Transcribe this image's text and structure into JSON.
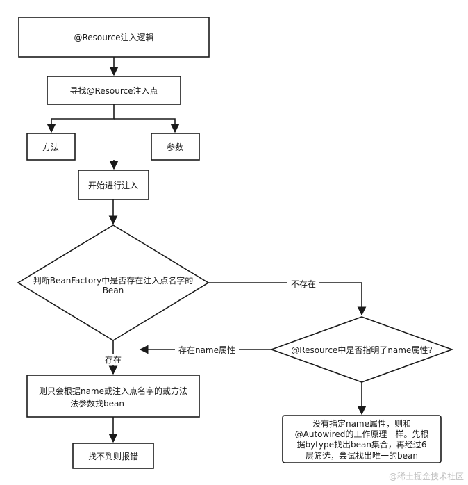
{
  "nodes": {
    "resource_logic": "@Resource注入逻辑",
    "find_point": "寻找@Resource注入点",
    "method": "方法",
    "param": "参数",
    "start_inject": "开始进行注入",
    "judge_line1": "判断BeanFactory中是否存在注入点名字的",
    "judge_line2": "Bean",
    "name_check": "@Resource中是否指明了name属性?",
    "by_name_line1": "则只会根据name或注入点名字的或方法",
    "by_name_line2": "法参数找bean",
    "not_found": "找不到则报错",
    "no_name_line1": "没有指定name属性，则和",
    "no_name_line2": "@Autowired的工作原理一样。先根",
    "no_name_line3": "据bytype找出bean集合，再经过6",
    "no_name_line4": "层筛选，尝试找出唯一的bean"
  },
  "edges": {
    "not_exist": "不存在",
    "exist": "存在",
    "has_name": "存在name属性"
  },
  "watermark": "@稀土掘金技术社区"
}
